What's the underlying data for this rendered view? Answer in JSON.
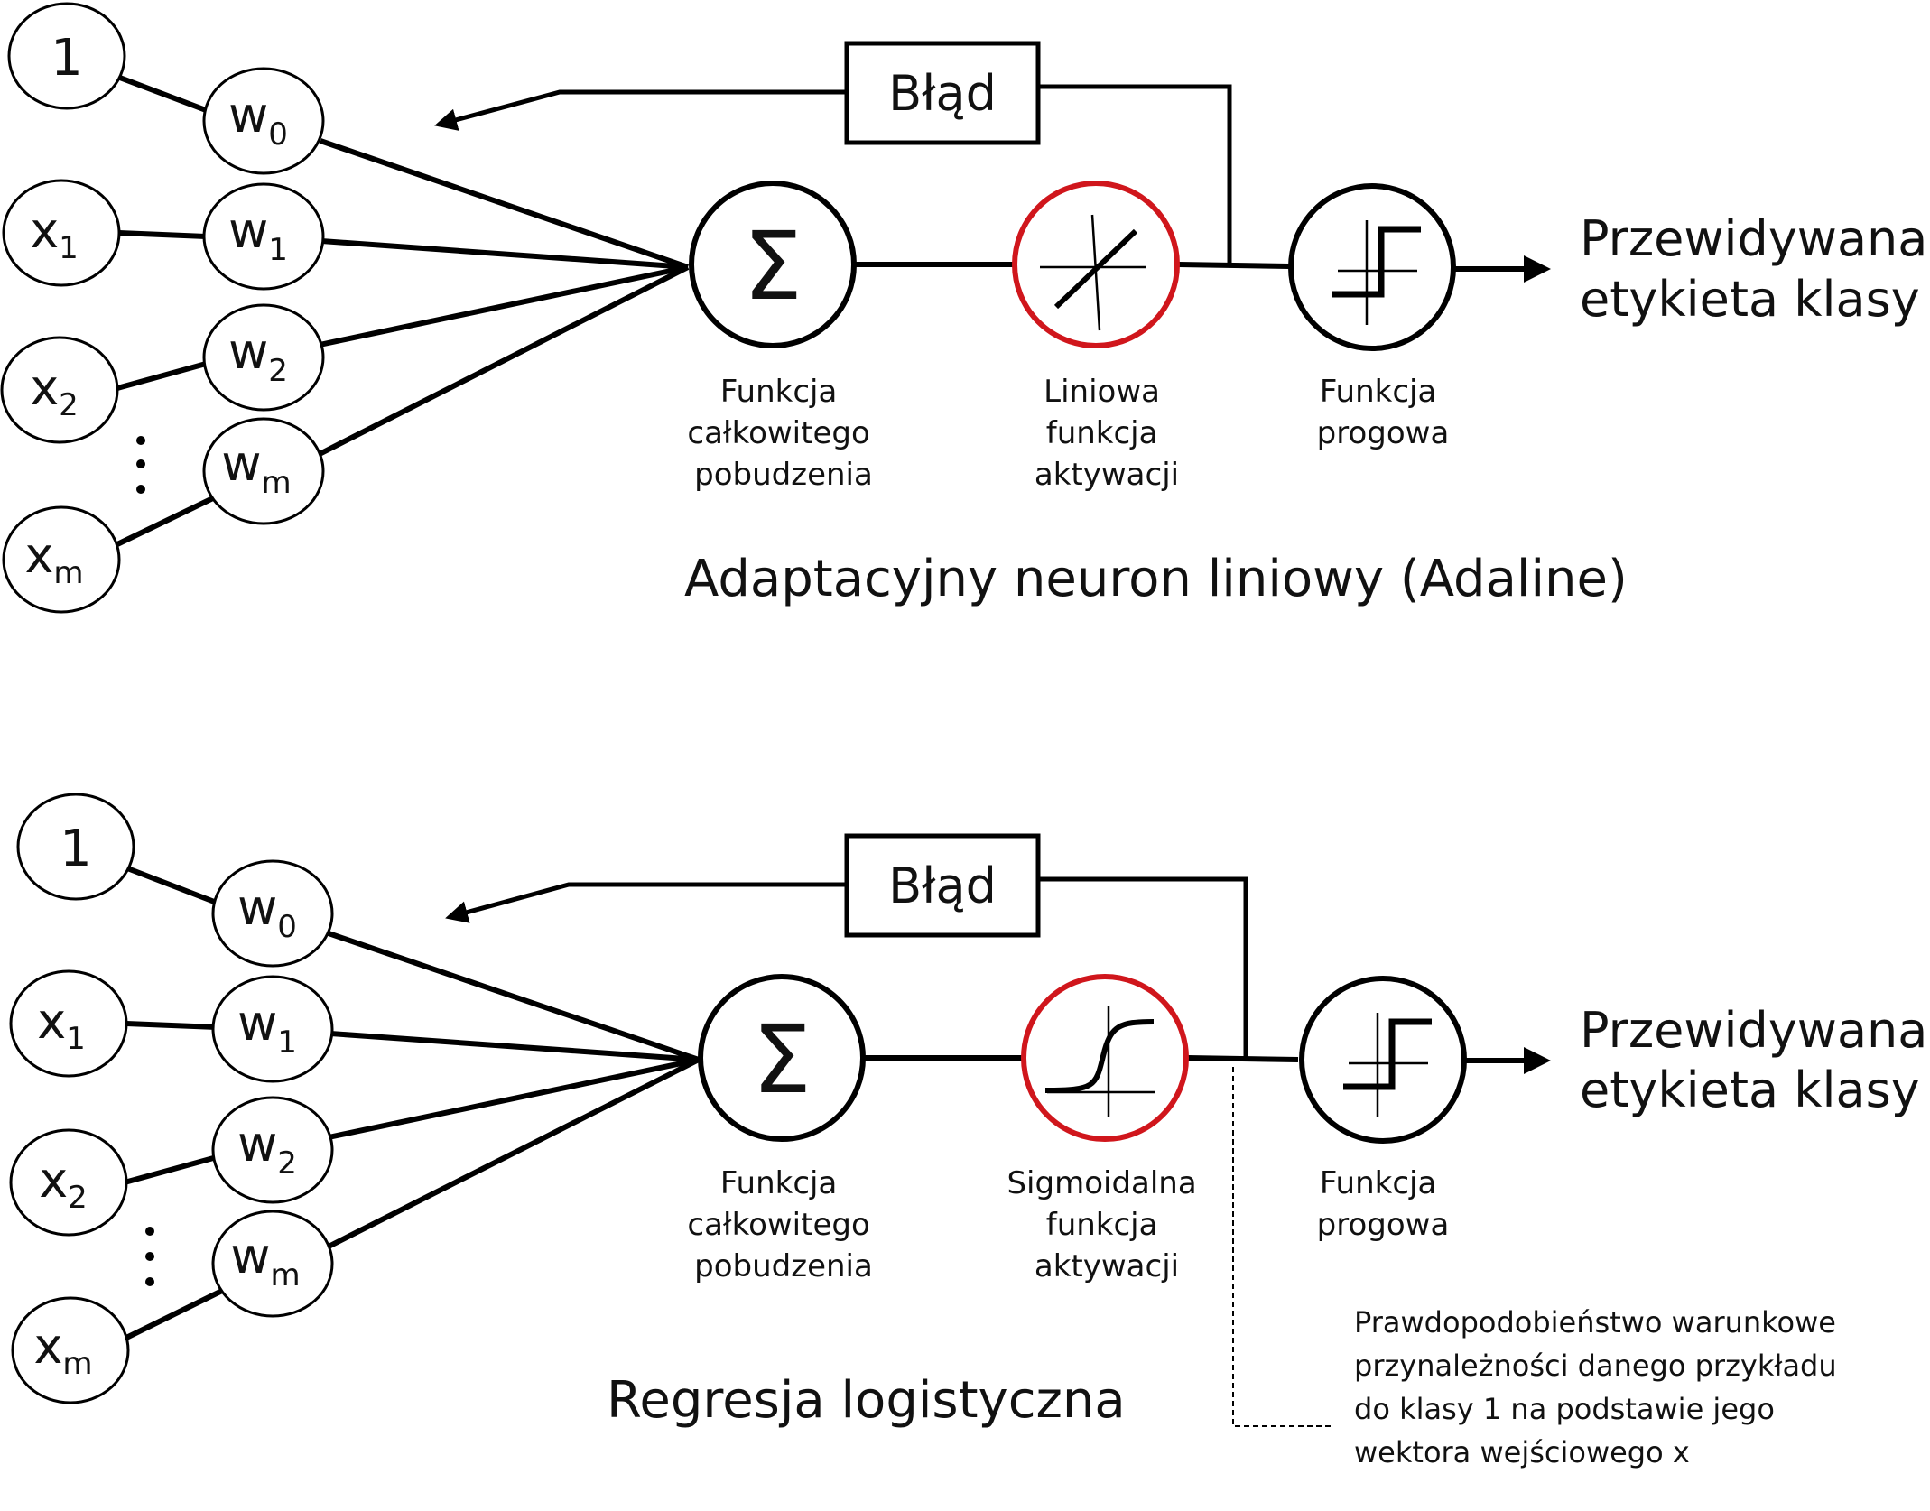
{
  "colors": {
    "line": "#000000",
    "activation_ring": "#d0161c",
    "text": "#111111"
  },
  "adaline": {
    "title": "Adaptacyjny neuron liniowy (Adaline)",
    "error_box": "Błąd",
    "input_one": "1",
    "inputs": [
      {
        "base": "x",
        "sub": "1"
      },
      {
        "base": "x",
        "sub": "2"
      },
      {
        "base": "x",
        "sub": "m"
      }
    ],
    "weights": [
      {
        "base": "w",
        "sub": "0"
      },
      {
        "base": "w",
        "sub": "1"
      },
      {
        "base": "w",
        "sub": "2"
      },
      {
        "base": "w",
        "sub": "m"
      }
    ],
    "sum_symbol": "Σ",
    "net_input_label": [
      "Funkcja",
      "całkowitego",
      "pobudzenia"
    ],
    "activation_label": [
      "Liniowa",
      "funkcja",
      "aktywacji"
    ],
    "threshold_label": [
      "Funkcja",
      "progowa"
    ],
    "output_label": [
      "Przewidywana",
      "etykieta klasy"
    ],
    "activation_icon": "linear-activation-icon",
    "threshold_icon": "step-function-icon"
  },
  "logreg": {
    "title": "Regresja logistyczna",
    "error_box": "Błąd",
    "input_one": "1",
    "inputs": [
      {
        "base": "x",
        "sub": "1"
      },
      {
        "base": "x",
        "sub": "2"
      },
      {
        "base": "x",
        "sub": "m"
      }
    ],
    "weights": [
      {
        "base": "w",
        "sub": "0"
      },
      {
        "base": "w",
        "sub": "1"
      },
      {
        "base": "w",
        "sub": "2"
      },
      {
        "base": "w",
        "sub": "m"
      }
    ],
    "sum_symbol": "Σ",
    "net_input_label": [
      "Funkcja",
      "całkowitego",
      "pobudzenia"
    ],
    "activation_label": [
      "Sigmoidalna",
      "funkcja",
      "aktywacji"
    ],
    "threshold_label": [
      "Funkcja",
      "progowa"
    ],
    "output_label": [
      "Przewidywana",
      "etykieta klasy"
    ],
    "probability_note": [
      "Prawdopodobieństwo warunkowe",
      "przynależności danego przykładu",
      "do klasy 1 na podstawie jego",
      "wektora wejściowego x"
    ],
    "activation_icon": "sigmoid-activation-icon",
    "threshold_icon": "step-function-icon"
  }
}
